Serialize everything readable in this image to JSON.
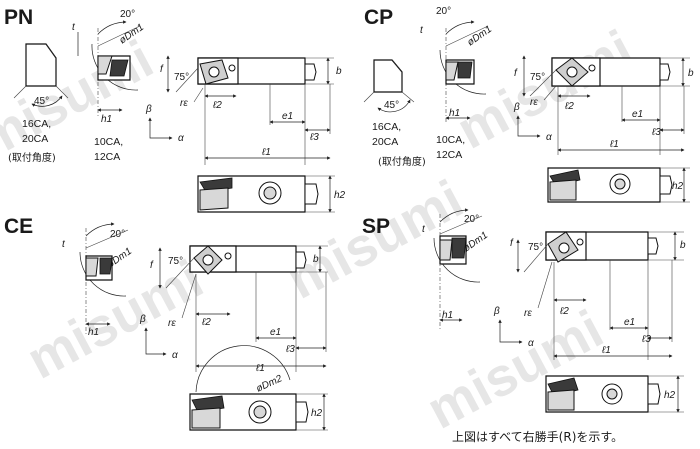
{
  "watermark": "misumi",
  "panels": {
    "pn": {
      "title": "PN",
      "angle_top": "20°",
      "t": "t",
      "phi_d": "øDm1",
      "insert_angle": "45°",
      "sizes_a": [
        "16CA,",
        "20CA"
      ],
      "mount_angle": "(取付角度)",
      "sizes_b": [
        "10CA,",
        "12CA"
      ],
      "h1": "h1",
      "f": "f",
      "angle_75": "75°",
      "b": "b",
      "r_eps": "rε",
      "l2": "ℓ2",
      "e1": "e1",
      "l3": "ℓ3",
      "l1": "ℓ1",
      "beta": "β",
      "alpha": "α",
      "h2": "h2"
    },
    "cp": {
      "title": "CP",
      "angle_top": "20°",
      "t": "t",
      "phi_d": "øDm1",
      "insert_angle": "45°",
      "sizes_a": [
        "16CA,",
        "20CA"
      ],
      "mount_angle": "(取付角度)",
      "sizes_b": [
        "10CA,",
        "12CA"
      ],
      "h1": "h1",
      "f": "f",
      "angle_75": "75°",
      "b": "b",
      "r_eps": "rε",
      "l2": "ℓ2",
      "e1": "e1",
      "l3": "ℓ3",
      "l1": "ℓ1",
      "beta": "β",
      "alpha": "α",
      "h2": "h2"
    },
    "ce": {
      "title": "CE",
      "angle_top": "20°",
      "t": "t",
      "phi_d": "øDm1",
      "h1": "h1",
      "f": "f",
      "angle_75": "75°",
      "b": "b",
      "r_eps": "rε",
      "l2": "ℓ2",
      "e1": "e1",
      "l3": "ℓ3",
      "l1": "ℓ1",
      "beta": "β",
      "alpha": "α",
      "phi_d2": "øDm2",
      "h2": "h2"
    },
    "sp": {
      "title": "SP",
      "angle_top": "20°",
      "t": "t",
      "phi_d": "øDm1",
      "h1": "h1",
      "f": "f",
      "angle_75": "75°",
      "b": "b",
      "r_eps": "rε",
      "l2": "ℓ2",
      "e1": "e1",
      "l3": "ℓ3",
      "l1": "ℓ1",
      "beta": "β",
      "alpha": "α",
      "h2": "h2"
    }
  },
  "footer_note": "上図はすべて右勝手(R)を示す。"
}
